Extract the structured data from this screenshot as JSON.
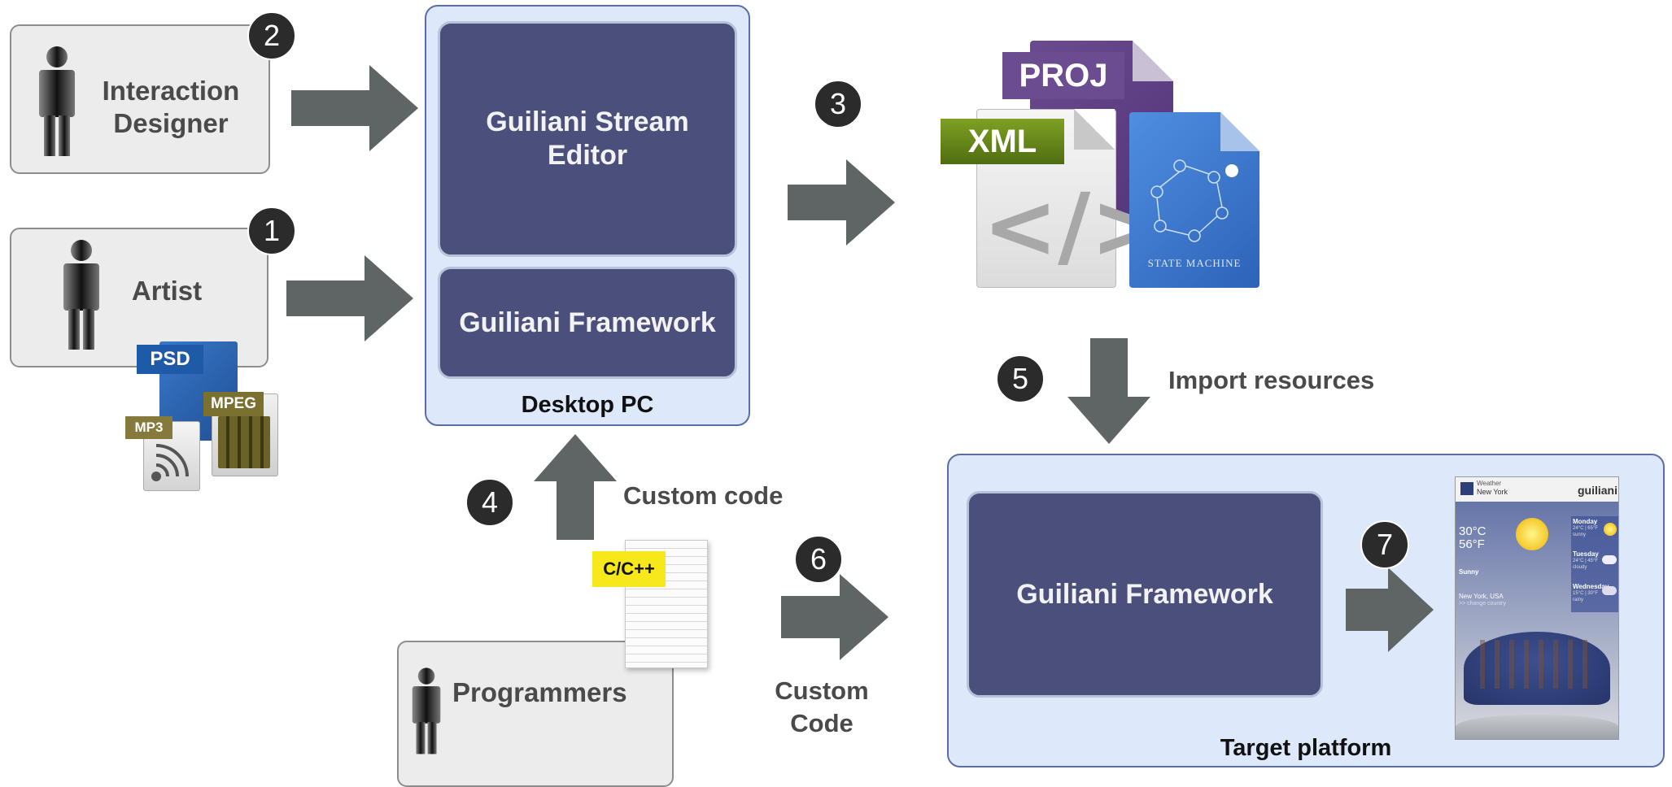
{
  "roles": {
    "interaction_designer": "Interaction\nDesigner",
    "artist": "Artist",
    "programmers": "Programmers"
  },
  "desktop": {
    "stream_editor": "Guiliani Stream\nEditor",
    "framework": "Guiliani Framework",
    "caption": "Desktop PC"
  },
  "target": {
    "framework": "Guiliani Framework",
    "caption": "Target platform"
  },
  "steps": [
    "1",
    "2",
    "3",
    "4",
    "5",
    "6",
    "7"
  ],
  "labels": {
    "import_resources": "Import resources",
    "custom_code_up": "Custom code",
    "custom_code_right": "Custom\nCode"
  },
  "files": {
    "proj": "PROJ",
    "xml": "XML",
    "xml_glyph": "</>",
    "state_machine": "STATE MACHINE",
    "psd": "PSD",
    "mpeg": "MPEG",
    "mp3": "MP3",
    "cpp": "C/C++"
  },
  "phone": {
    "app_name": "Weather",
    "city_header": "New York",
    "brand": "guiliani",
    "temp_c": "30°C",
    "temp_f": "56°F",
    "condition": "Sunny",
    "location": "New York, USA",
    "change": ">> change country",
    "days": [
      {
        "day": "Monday",
        "temp": "24°C | 65°F",
        "desc": "sunny"
      },
      {
        "day": "Tuesday",
        "temp": "24°C | 45°F",
        "desc": "cloudy"
      },
      {
        "day": "Wednesday",
        "temp": "15°C | 30°F",
        "desc": "rainy"
      }
    ]
  },
  "colors": {
    "navy": "#4a4f7b",
    "panel": "#dde8fb",
    "arrow": "#5f6464",
    "badge": "#2b2b2b"
  }
}
